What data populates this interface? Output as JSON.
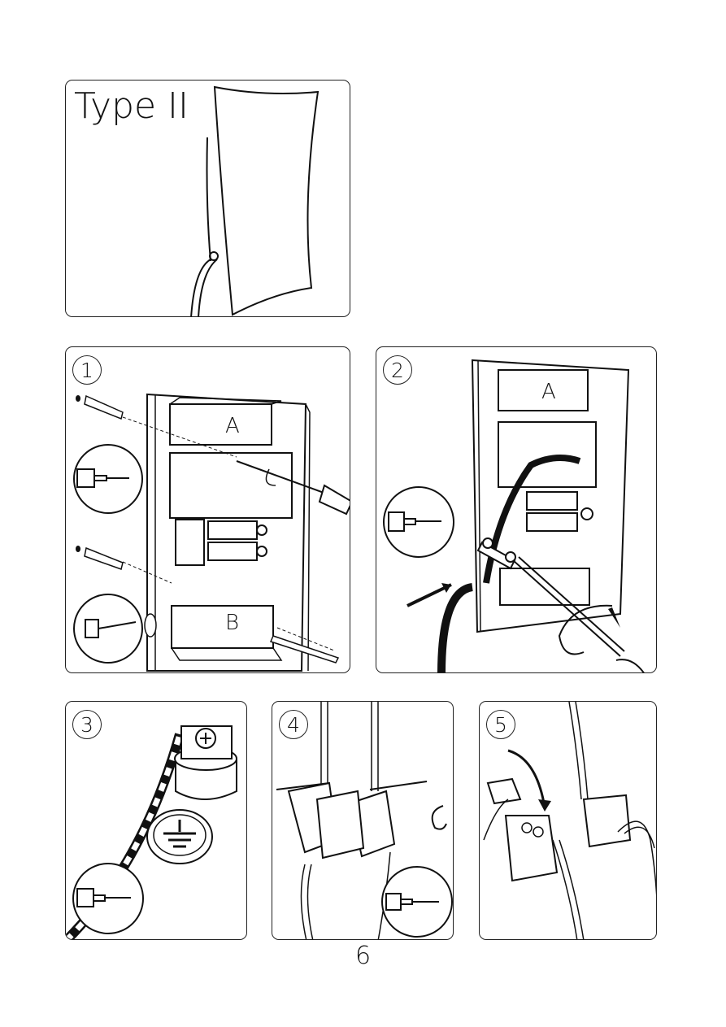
{
  "top_panel": {
    "title": "Type II"
  },
  "steps": [
    {
      "number": "1",
      "label_a": "A",
      "label_b": "B"
    },
    {
      "number": "2",
      "label_a": "A"
    },
    {
      "number": "3"
    },
    {
      "number": "4"
    },
    {
      "number": "5"
    }
  ],
  "page_number": "6",
  "colors": {
    "line": "#111111",
    "background": "#ffffff"
  }
}
